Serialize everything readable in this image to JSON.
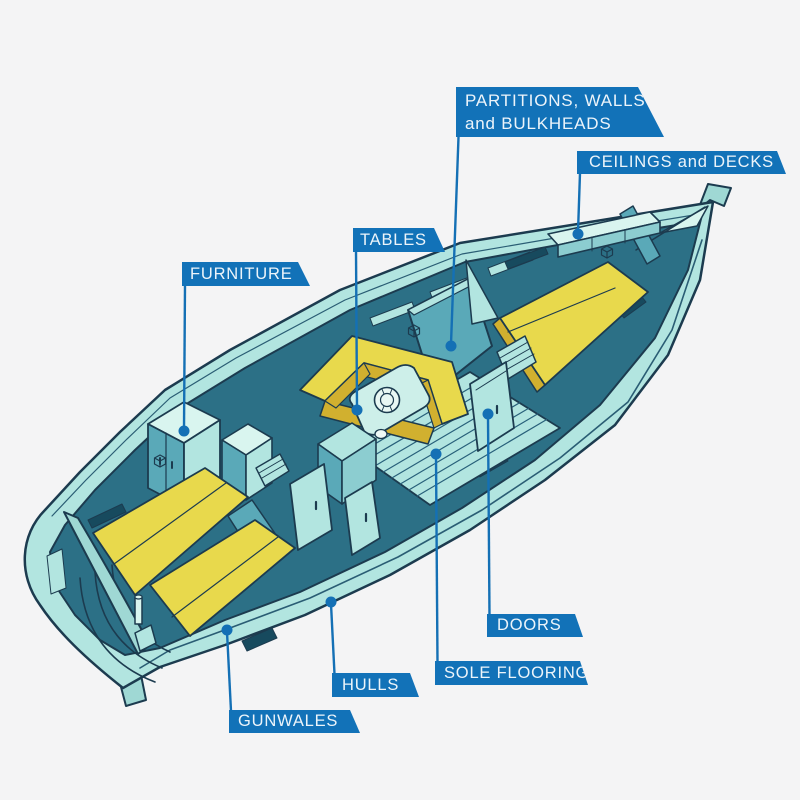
{
  "figure": {
    "alt": "Cutaway isometric illustration of a yacht interior with labeled component parts"
  },
  "labels": {
    "partitions": {
      "line1": "PARTITIONS, WALLS",
      "line2": "and BULKHEADS"
    },
    "ceilings": {
      "text": "CEILINGS and DECKS"
    },
    "tables": {
      "text": "TABLES"
    },
    "furniture": {
      "text": "FURNITURE"
    },
    "doors": {
      "text": "DOORS"
    },
    "sole_flooring": {
      "text": "SOLE FLOORING"
    },
    "hulls": {
      "text": "HULLS"
    },
    "gunwales": {
      "text": "GUNWALES"
    }
  },
  "colors": {
    "background": "#f4f4f5",
    "label_background": "#1272b8",
    "label_text": "#ecf4fa",
    "leader_line": "#1470b5",
    "outline": "#1c3b4f",
    "hull_light": "#b2e5e0",
    "deck_bright": "#d9f5ef",
    "interior_shadow": "#2c7086",
    "partition_teal": "#5aa9b8",
    "cushion_yellow_top": "#e8d94c",
    "cushion_yellow_side": "#d1b02f"
  }
}
